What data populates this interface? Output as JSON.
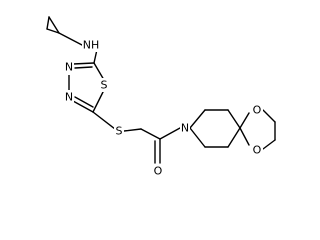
{
  "molecule": {
    "atoms": {
      "nh": "NH",
      "n_upper": "N",
      "n_lower": "N",
      "s_ring": "S",
      "s_thioether": "S",
      "o_carbonyl": "O",
      "n_amide": "N",
      "o_ketal_top": "O",
      "o_ketal_bottom": "O"
    },
    "colors": {
      "bond": "#000000",
      "label": "#000000",
      "background": "#ffffff"
    }
  }
}
